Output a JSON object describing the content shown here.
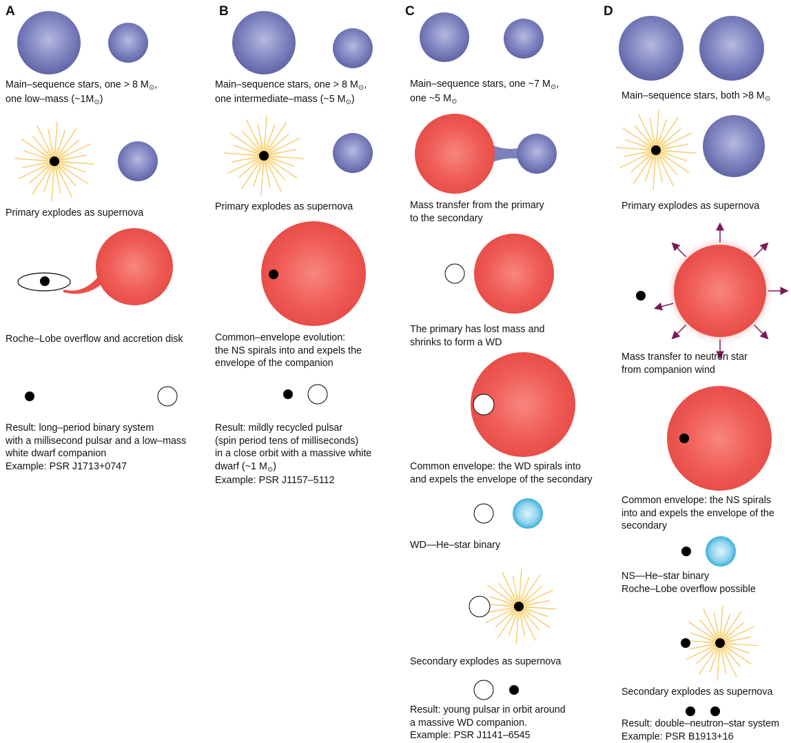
{
  "colors": {
    "main_sequence": "#6d72b3",
    "giant": "#ec4f4a",
    "he_star": "#2aaed7",
    "compact": "#000000",
    "burst_ray": "#f7c96b",
    "wind_arrow": "#7a1a5a"
  },
  "symbols": {
    "solar_mass": "⊙"
  },
  "panels": [
    {
      "label": "A",
      "captions": [
        {
          "lines": [
            "Main–sequence stars, one > 8 M{sun},",
            "one low–mass (~1M{sun})"
          ]
        },
        {
          "lines": [
            "Primary explodes as supernova"
          ]
        },
        {
          "lines": [
            "Roche–Lobe overflow and accretion disk"
          ]
        },
        {
          "lines": [
            "Result: long–period binary system",
            "with a millisecond pulsar and a low–mass",
            "white dwarf companion",
            "Example: PSR J1713+0747"
          ]
        }
      ]
    },
    {
      "label": "B",
      "captions": [
        {
          "lines": [
            "Main–sequence stars, one > 8 M{sun},",
            "one intermediate–mass (~5 M{sun})"
          ]
        },
        {
          "lines": [
            "Primary explodes as supernova"
          ]
        },
        {
          "lines": [
            "Common–envelope evolution:",
            "the NS spirals into and expels the",
            "envelope of the companion"
          ]
        },
        {
          "lines": [
            "Result: mildly recycled pulsar",
            "(spin period tens of milliseconds)",
            "in a close orbit with a massive white",
            "dwarf (~1 M{sun})",
            "Example: PSR J1157–5112"
          ]
        }
      ]
    },
    {
      "label": "C",
      "captions": [
        {
          "lines": [
            "Main–sequence stars, one ~7 M{sun},",
            "one ~5 M{sun}"
          ]
        },
        {
          "lines": [
            "Mass transfer from the primary",
            "to the secondary"
          ]
        },
        {
          "lines": [
            "The primary has lost mass and",
            "shrinks to form a WD"
          ]
        },
        {
          "lines": [
            "Common envelope: the WD spirals into",
            "and expels the envelope of the secondary"
          ]
        },
        {
          "lines": [
            "WD—He–star binary"
          ]
        },
        {
          "lines": [
            "Secondary explodes as supernova"
          ]
        },
        {
          "lines": [
            "Result: young pulsar in orbit around",
            "a massive WD companion.",
            "Example: PSR J1141–6545"
          ]
        }
      ]
    },
    {
      "label": "D",
      "captions": [
        {
          "lines": [
            "Main–sequence stars, both >8 M{sun}"
          ]
        },
        {
          "lines": [
            "Primary explodes as supernova"
          ]
        },
        {
          "lines": [
            "Mass transfer to neutron star",
            "from companion wind"
          ]
        },
        {
          "lines": [
            "Common envelope: the NS spirals",
            "into  and expels the envelope of the",
            "secondary"
          ]
        },
        {
          "lines": [
            "NS—He–star binary",
            "Roche–Lobe overflow possible"
          ]
        },
        {
          "lines": [
            "Secondary explodes as supernova"
          ]
        },
        {
          "lines": [
            "Result: double–neutron–star system",
            "Example: PSR B1913+16"
          ]
        }
      ]
    }
  ]
}
